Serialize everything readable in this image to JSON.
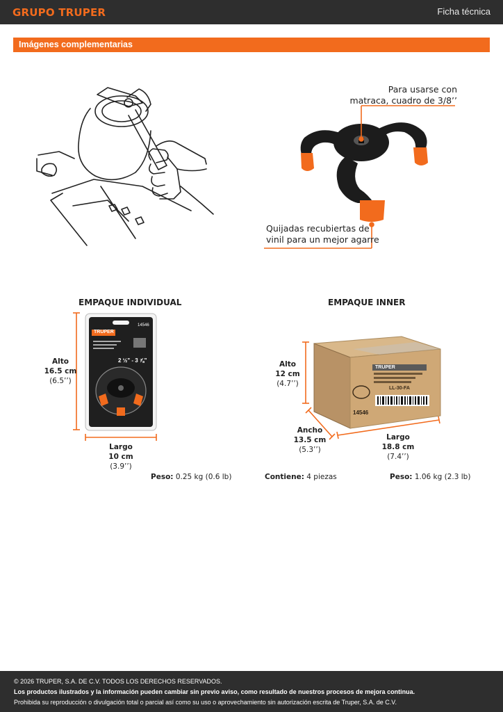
{
  "header": {
    "brand": "GRUPO TRUPER",
    "doc_type": "Ficha técnica"
  },
  "section": {
    "title": "Imágenes complementarias"
  },
  "callouts": {
    "ratchet_line1": "Para usarse con",
    "ratchet_line2": "matraca, cuadro de 3/8’’",
    "jaws_line1": "Quijadas recubiertas de",
    "jaws_line2": "vinil para un mejor agarre"
  },
  "individual": {
    "title": "EMPAQUE INDIVIDUAL",
    "alto_label": "Alto",
    "alto_cm": "16.5 cm",
    "alto_in": "(6.5’’)",
    "largo_label": "Largo",
    "largo_cm": "10 cm",
    "largo_in": "(3.9’’)",
    "peso_label": "Peso:",
    "peso_value": " 0.25 kg (0.6 lb)",
    "pack_brand": "TRUPER",
    "pack_code": "14546",
    "pack_size": "2 ½\" - 3 ⅞\""
  },
  "inner": {
    "title": "EMPAQUE INNER",
    "alto_label": "Alto",
    "alto_cm": "12 cm",
    "alto_in": "(4.7’’)",
    "ancho_label": "Ancho",
    "ancho_cm": "13.5 cm",
    "ancho_in": "(5.3’’)",
    "largo_label": "Largo",
    "largo_cm": "18.8 cm",
    "largo_in": "(7.4’’)",
    "contiene_label": "Contiene:",
    "contiene_value": " 4 piezas",
    "peso_label": "Peso:",
    "peso_value": " 1.06 kg (2.3 lb)",
    "box_brand": "TRUPER",
    "box_code": "14546",
    "box_model": "LL-30-FA"
  },
  "footer": {
    "copyright": "© 2026 TRUPER, S.A. DE C.V. TODOS LOS DERECHOS RESERVADOS.",
    "notice": "Los productos ilustrados y la información pueden cambiar sin previo aviso, como resultado de nuestros procesos de mejora continua.",
    "prohibition": "Prohibida su reproducción o divulgación total o parcial así como su uso o aprovechamiento sin autorización escrita de Truper, S.A. de C.V."
  },
  "colors": {
    "accent": "#f26b1d",
    "bar": "#2e2e2e"
  }
}
